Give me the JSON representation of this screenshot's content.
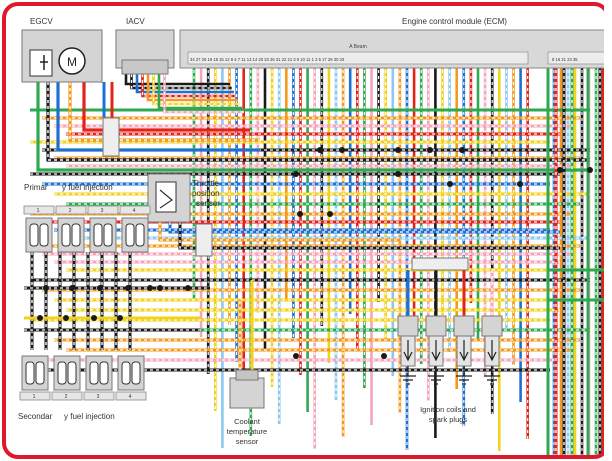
{
  "colors": {
    "frame": "#e0182b",
    "red": "#e2231a",
    "blue": "#1f6fd1",
    "yellow": "#f2d21b",
    "green": "#2fa84f",
    "orange": "#f39a1e",
    "pink": "#f4a6b8",
    "black": "#1a1a1a",
    "light_blue": "#8cc8ef",
    "grey_box": "#d4d4d4"
  },
  "labels": {
    "egcv": "EGCV",
    "iacv": "IACV",
    "ecm": "Engine control module (ECM)",
    "ecm_connector": "A Beam",
    "motor": "M",
    "primary_injection_1": "Primar",
    "primary_injection_2": "y fuel injection",
    "throttle_1": "Throttle",
    "throttle_2": "position",
    "throttle_3": "sensor",
    "secondary_injection_1": "Secondar",
    "secondary_injection_2": "y fuel injection",
    "coolant_1": "Coolant",
    "coolant_2": "temperature",
    "coolant_3": "sensor",
    "ignition_1": "Ignition coils and",
    "ignition_2": "spark plugs"
  },
  "pin_numbers": {
    "ecm_left": "34 27 26 19 18 15 12 8 4 7 11 13 14 20 23 26 31 22 21 3 9 10 11 1 2 5 17 28 30 33",
    "ecm_right": "8 16 21 23 35",
    "primary_pins": [
      "1",
      "2",
      "3",
      "4"
    ],
    "secondary_pins": [
      "1",
      "2",
      "3",
      "4"
    ]
  },
  "icons": {
    "motor": "motor-icon",
    "injector": "injector-icon",
    "ignition_coil": "ignition-coil-icon",
    "ground": "ground-icon",
    "sensor": "sensor-icon"
  }
}
